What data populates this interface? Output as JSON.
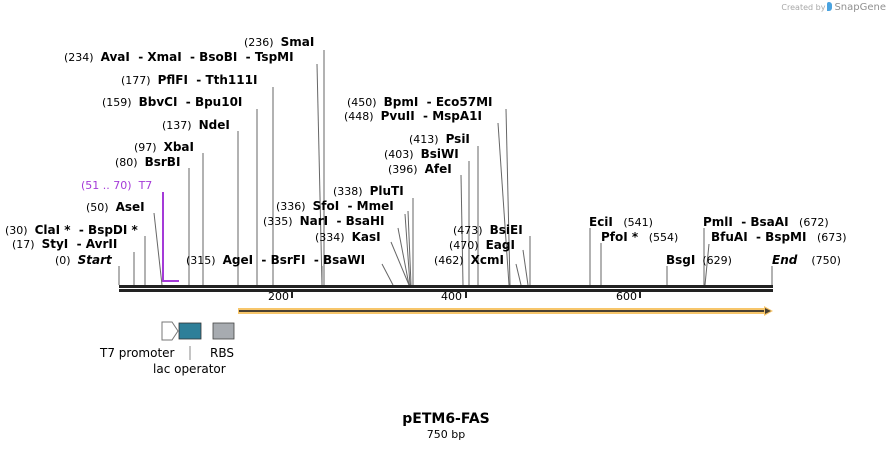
{
  "credit": {
    "prefix": "Created by",
    "brand": "SnapGene"
  },
  "map": {
    "title": "pETM6-FAS",
    "length": "750 bp"
  },
  "ruler": {
    "ticks": [
      {
        "label": "200"
      },
      {
        "label": "400"
      },
      {
        "label": "600"
      }
    ]
  },
  "sites_left": [
    {
      "pos": "(236)",
      "names": "SmaI"
    },
    {
      "pos": "(234)",
      "names": "AvaI  - XmaI  - BsoBI  - TspMI"
    },
    {
      "pos": "(177)",
      "names": "PflFI  - Tth111I"
    },
    {
      "pos": "(159)",
      "names": "BbvCI  - Bpu10I"
    },
    {
      "pos": "(137)",
      "names": "NdeI"
    },
    {
      "pos": "(97)",
      "names": "XbaI"
    },
    {
      "pos": "(80)",
      "names": "BsrBI"
    },
    {
      "pos": "(51 .. 70)",
      "names": "T7"
    },
    {
      "pos": "(50)",
      "names": "AseI"
    },
    {
      "pos": "(30)",
      "names": "ClaI *  - BspDI *"
    },
    {
      "pos": "(17)",
      "names": "StyI  - AvrII"
    },
    {
      "pos": "(0)",
      "names": "Start"
    }
  ],
  "sites_mid": [
    {
      "pos": "(450)",
      "names": "BpmI  - Eco57MI"
    },
    {
      "pos": "(448)",
      "names": "PvuII  - MspA1I"
    },
    {
      "pos": "(413)",
      "names": "PsiI"
    },
    {
      "pos": "(403)",
      "names": "BsiWI"
    },
    {
      "pos": "(396)",
      "names": "AfeI"
    },
    {
      "pos": "(338)",
      "names": "PluTI"
    },
    {
      "pos": "(336)",
      "names": "SfoI  - MmeI"
    },
    {
      "pos": "(335)",
      "names": "NarI  - BsaHI"
    },
    {
      "pos": "(334)",
      "names": "KasI"
    },
    {
      "pos": "(315)",
      "names": "AgeI  - BsrFI  - BsaWI"
    },
    {
      "pos": "(473)",
      "names": "BsiEI"
    },
    {
      "pos": "(470)",
      "names": "EagI"
    },
    {
      "pos": "(462)",
      "names": "XcmI"
    }
  ],
  "sites_right": [
    {
      "pos": "(541)",
      "names": "EciI"
    },
    {
      "pos": "(554)",
      "names": "PfoI *"
    },
    {
      "pos": "(672)",
      "names": "PmlI  - BsaAI"
    },
    {
      "pos": "(673)",
      "names": "BfuAI  - BspMI"
    },
    {
      "pos": "(629)",
      "names": "BsgI"
    },
    {
      "pos": "(750)",
      "names": "End"
    }
  ],
  "features": [
    {
      "name": "T7 promoter",
      "color": "#ffffff"
    },
    {
      "name": "lac operator",
      "color": "#2e7f99"
    },
    {
      "name": "RBS",
      "color": "#a7abb0"
    }
  ],
  "colors": {
    "t7": "#a43ad8",
    "orf": "#f7c66b",
    "backbone": "#222222"
  }
}
